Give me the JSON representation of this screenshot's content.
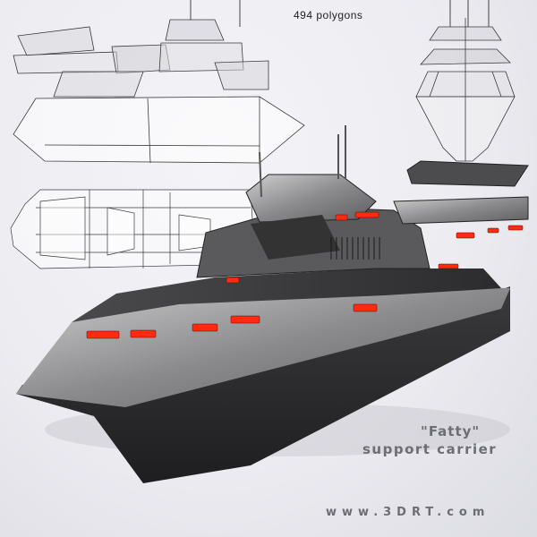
{
  "render": {
    "polygon_count_label": "494 polygons",
    "model_name": "\"Fatty\"",
    "model_type": "support carrier",
    "website": "www.3DRT.com"
  },
  "views": [
    {
      "name": "side-wireframe",
      "style": "wireframe"
    },
    {
      "name": "front-wireframe",
      "style": "wireframe"
    },
    {
      "name": "top-wireframe",
      "style": "wireframe"
    },
    {
      "name": "perspective-textured",
      "style": "textured"
    }
  ],
  "colors": {
    "background": "#ececf1",
    "hull_dark": "#2e2e30",
    "hull_metal": "#9a9a9c",
    "light_red": "#ff2a10",
    "text_gray": "#6d6d74",
    "text_dark": "#1e1e22"
  }
}
